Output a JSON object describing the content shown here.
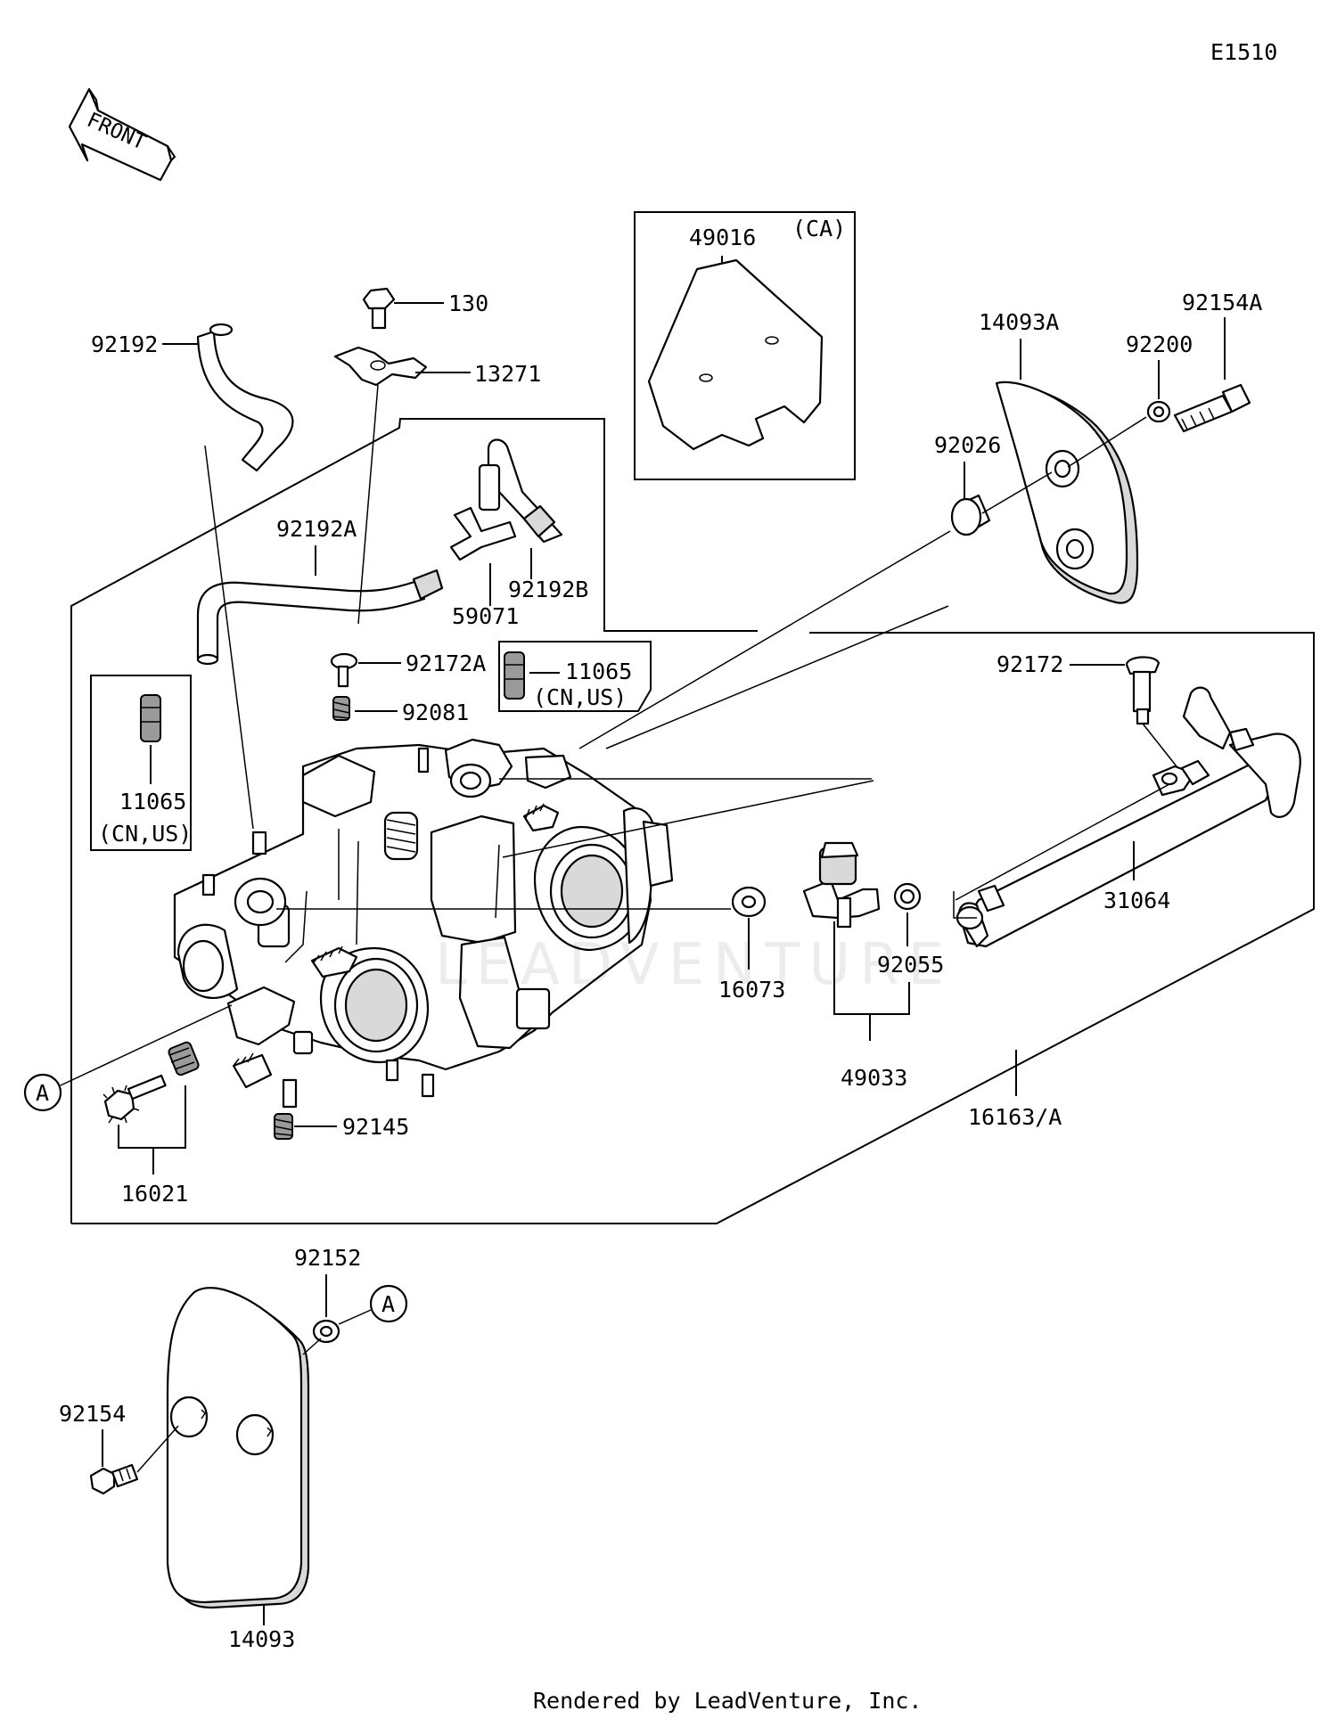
{
  "diagram_code": "E1510",
  "front_label": "FRONT",
  "footer": "Rendered by LeadVenture, Inc.",
  "watermark": "LEADVENTURE",
  "callouts": {
    "a_main": "A",
    "a_lower": "A"
  },
  "inset_ca": {
    "region": "(CA)",
    "part": "49016"
  },
  "parts": {
    "p130": "130",
    "p13271": "13271",
    "p92192": "92192",
    "p92192a": "92192A",
    "p92192b": "92192B",
    "p59071": "59071",
    "p92172a": "92172A",
    "p92081": "92081",
    "p11065_right": "11065",
    "p11065_right_note": "(CN,US)",
    "p11065_left": "11065",
    "p11065_left_note": "(CN,US)",
    "p14093a": "14093A",
    "p92154a": "92154A",
    "p92200": "92200",
    "p92026": "92026",
    "p92172": "92172",
    "p31064": "31064",
    "p16073": "16073",
    "p92055": "92055",
    "p49033": "49033",
    "p16163a": "16163/A",
    "p92145": "92145",
    "p16021": "16021",
    "p92152": "92152",
    "p92154": "92154",
    "p14093": "14093"
  }
}
